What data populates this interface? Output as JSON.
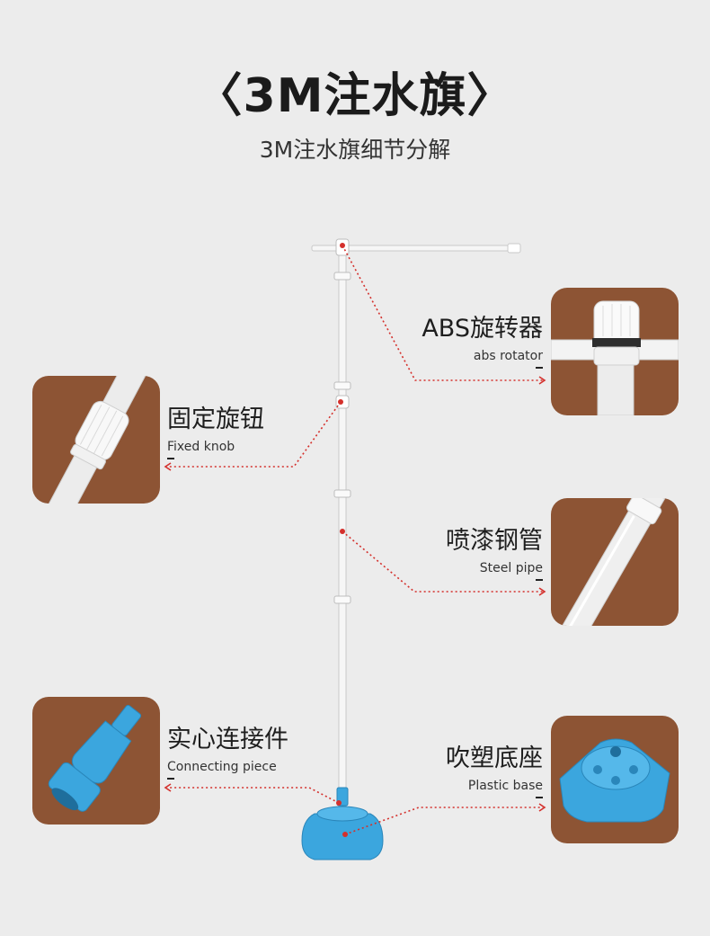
{
  "header": {
    "title": "〈3M注水旗〉",
    "subtitle": "3M注水旗细节分解"
  },
  "parts": [
    {
      "cn": "ABS旋转器",
      "en": "abs rotator"
    },
    {
      "cn": "固定旋钮",
      "en": "Fixed knob"
    },
    {
      "cn": "喷漆钢管",
      "en": "Steel pipe"
    },
    {
      "cn": "实心连接件",
      "en": "Connecting piece"
    },
    {
      "cn": "吹塑底座",
      "en": "Plastic base"
    }
  ],
  "colors": {
    "background": "#ececec",
    "card_brown": "#8d5434",
    "leader_red": "#d4302c",
    "part_blue": "#3ba6de",
    "pole_white": "#f4f4f4"
  }
}
